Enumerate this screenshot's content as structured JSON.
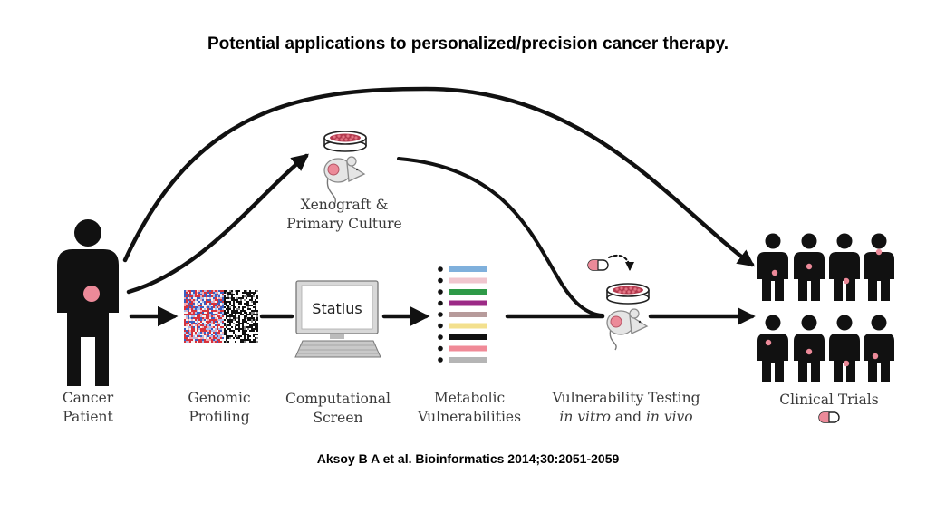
{
  "title": "Potential applications to personalized/precision cancer therapy.",
  "citation": "Aksoy B A et al. Bioinformatics 2014;30:2051-2059",
  "labels": {
    "cancer_patient": [
      "Cancer",
      "Patient"
    ],
    "xenograft": [
      "Xenograft &",
      "Primary Culture"
    ],
    "genomic_profiling": [
      "Genomic",
      "Profiling"
    ],
    "computational_screen": [
      "Computational",
      "Screen"
    ],
    "metabolic_vulnerabilities": [
      "Metabolic",
      "Vulnerabilities"
    ],
    "vulnerability_testing": {
      "line1": "Vulnerability Testing",
      "in_vitro": "in vitro",
      "and": "and",
      "in_vivo": "in vivo"
    },
    "clinical_trials": "Clinical Trials"
  },
  "monitor_text": "Statius",
  "metabolic_bar_colors": [
    "#7fb0dc",
    "#f0c6cf",
    "#2e9a48",
    "#9c2a86",
    "#b79b9b",
    "#f3e08e",
    "#111111",
    "#f08a97",
    "#b5b5b5"
  ],
  "colors": {
    "tumor": "#ec8a99",
    "figure": "#111111",
    "arrow": "#111111",
    "mouse": "#e5e5e5"
  }
}
